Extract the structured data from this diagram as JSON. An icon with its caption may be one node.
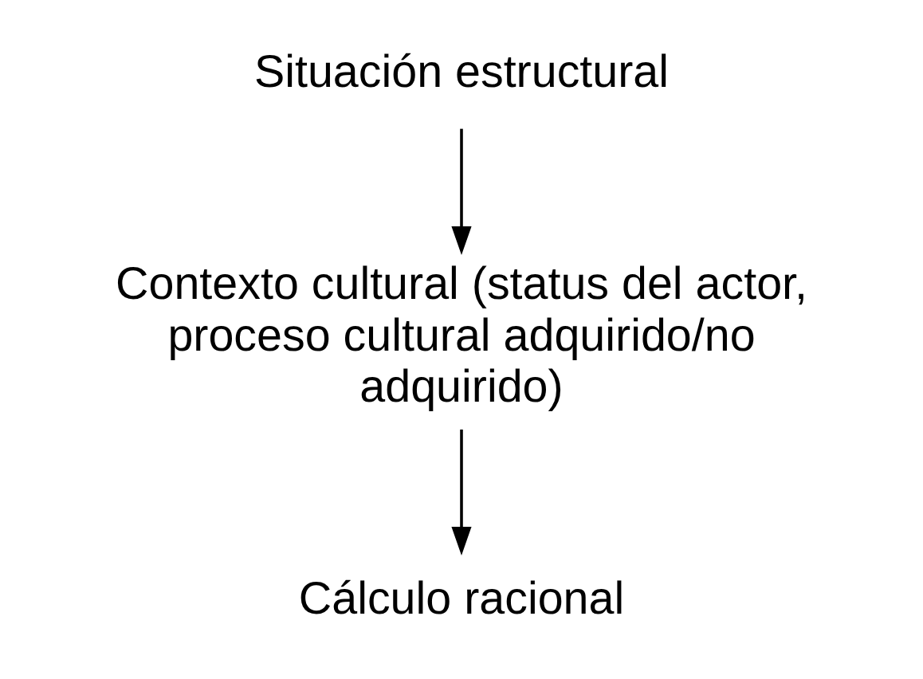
{
  "diagram": {
    "nodes": [
      {
        "text": [
          "Situación estructural"
        ]
      },
      {
        "text": [
          "Contexto cultural (status del actor, proceso cultural adquirido/no adquirido)"
        ]
      },
      {
        "text": [
          "Cálculo racional"
        ]
      }
    ],
    "edges": [
      {
        "from": 0,
        "to": 1,
        "arrow": "to"
      },
      {
        "from": 1,
        "to": 2,
        "arrow": "to"
      }
    ]
  }
}
